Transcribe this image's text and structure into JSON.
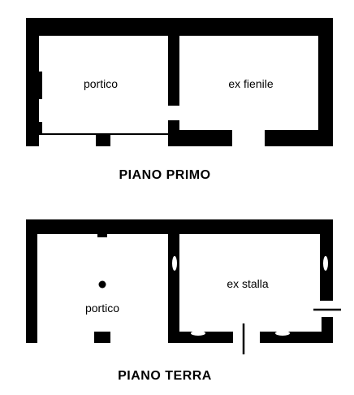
{
  "floors": {
    "upper": {
      "title": "PIANO  PRIMO",
      "rooms": {
        "left": "portico",
        "right": "ex fienile"
      }
    },
    "ground": {
      "title": "PIANO  TERRA",
      "rooms": {
        "left": "portico",
        "right": "ex stalla"
      }
    }
  },
  "colors": {
    "wall": "#000000",
    "background": "#ffffff"
  }
}
